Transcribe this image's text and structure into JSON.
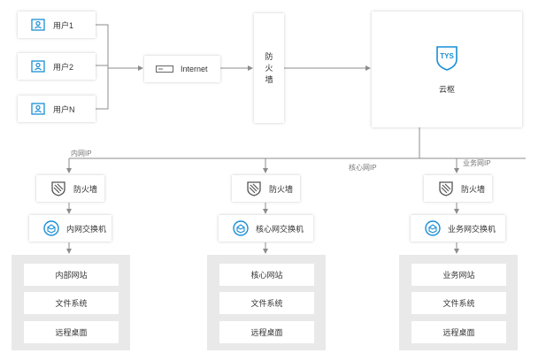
{
  "users": [
    {
      "label": "用户1"
    },
    {
      "label": "用户2"
    },
    {
      "label": "用户N"
    }
  ],
  "internet": {
    "label": "Internet"
  },
  "top_firewall": {
    "label": "防火墙"
  },
  "cloud": {
    "label": "云枢",
    "logo_text": "TYS"
  },
  "network_labels": {
    "internal": "内网IP",
    "core": "核心网IP",
    "business": "业务网IP"
  },
  "columns": [
    {
      "firewall": "防火墙",
      "switch": "内网交换机",
      "services": [
        "内部网站",
        "文件系统",
        "远程桌面"
      ]
    },
    {
      "firewall": "防火墙",
      "switch": "核心网交换机",
      "services": [
        "核心网站",
        "文件系统",
        "远程桌面"
      ]
    },
    {
      "firewall": "防火墙",
      "switch": "业务网交换机",
      "services": [
        "业务网站",
        "文件系统",
        "远程桌面"
      ]
    }
  ],
  "colors": {
    "accent": "#1a8ed6",
    "line": "#8c8c8c",
    "panel": "#e9e9ea"
  }
}
